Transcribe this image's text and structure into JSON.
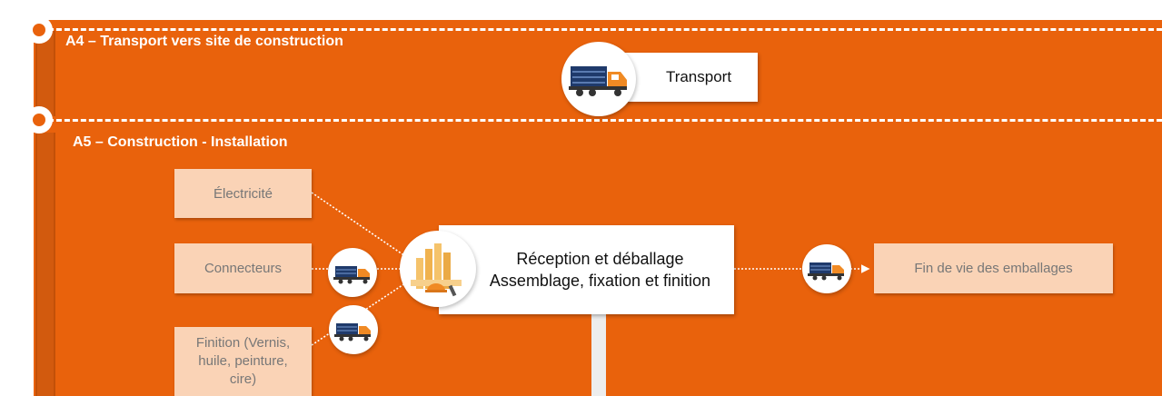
{
  "sections": {
    "a4": {
      "title": "A4 – Transport vers site de construction",
      "step": "Transport",
      "icon": "truck-icon"
    },
    "a5": {
      "title": "A5 – Construction - Installation",
      "inputs": {
        "electricite": "Électricité",
        "connecteurs": "Connecteurs",
        "finition": "Finition (Vernis, huile, peinture, cire)"
      },
      "main_step": {
        "line1": "Réception et déballage",
        "line2": "Assemblage, fixation et finition",
        "icon": "timber-tools-icon"
      },
      "output": "Fin de vie des emballages",
      "transport_icon": "truck-icon"
    }
  },
  "colors": {
    "band": "#E9620C",
    "rail": "#D25A0E",
    "input_box": "#FAD3B6",
    "box": "#FFFFFF",
    "truck_body": "#1F3A6B",
    "truck_cab": "#F08A24"
  }
}
